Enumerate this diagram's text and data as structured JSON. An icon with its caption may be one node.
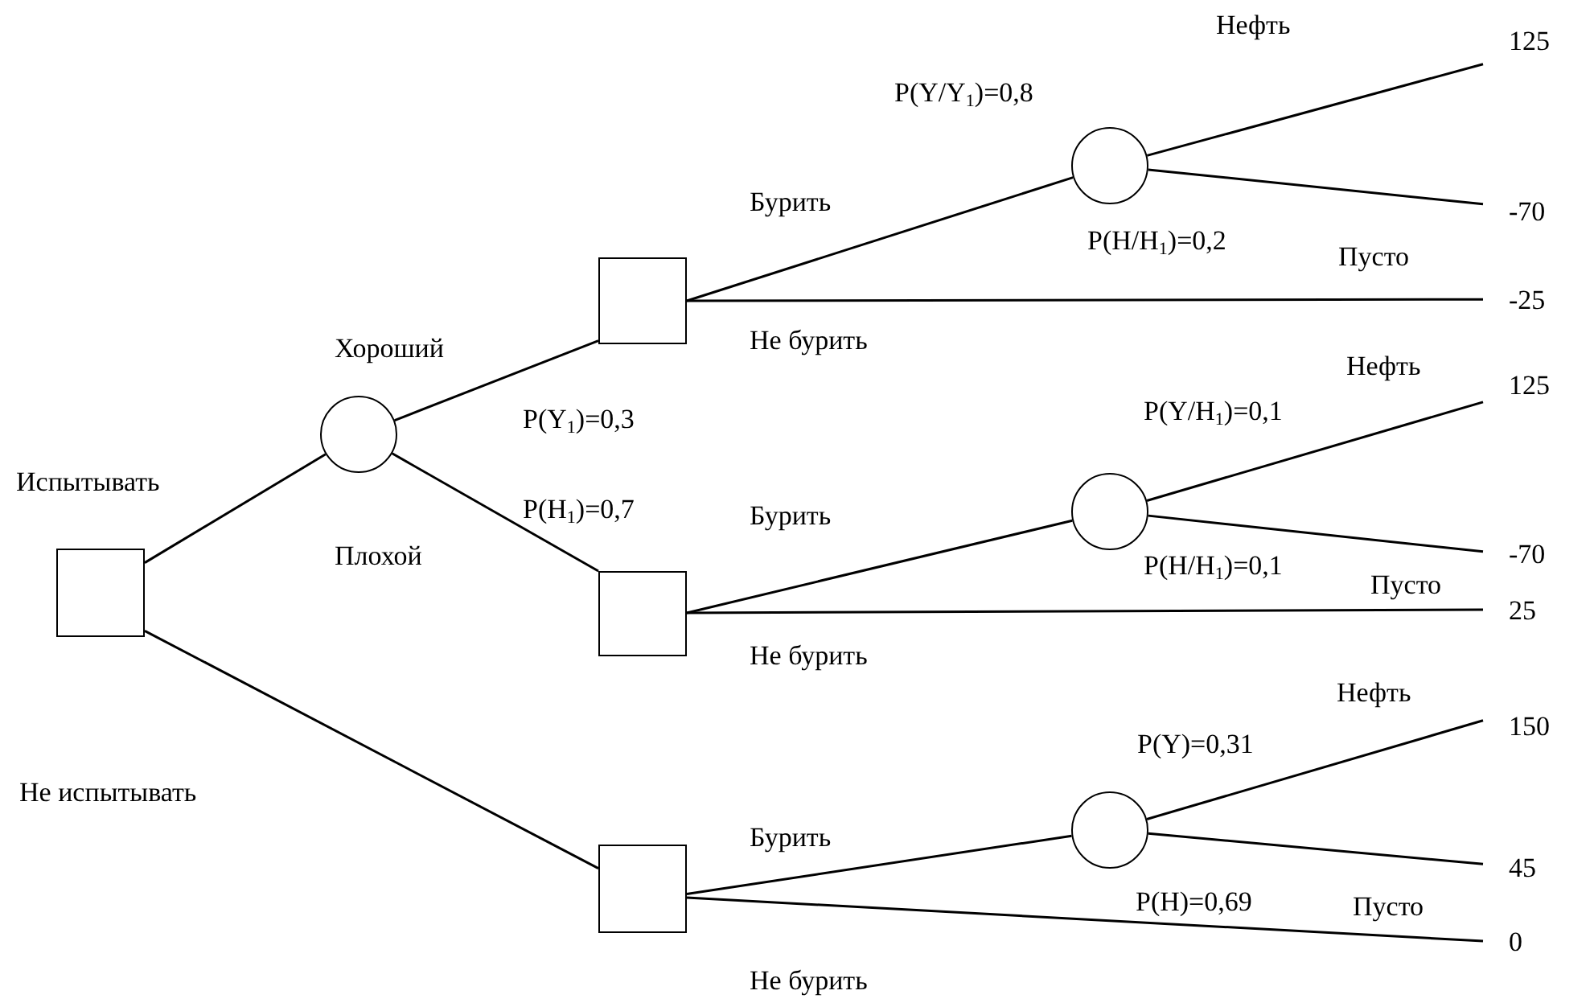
{
  "diagram": {
    "nodes": [
      {
        "text": [],
        "shape": "box"
      },
      {
        "text": [],
        "shape": "circle"
      },
      {
        "text": [],
        "shape": "box"
      },
      {
        "text": [],
        "shape": "box"
      },
      {
        "text": [],
        "shape": "box"
      },
      {
        "text": [],
        "shape": "circle"
      },
      {
        "text": [],
        "shape": "circle"
      },
      {
        "text": [],
        "shape": "circle"
      },
      {
        "text": [
          "125"
        ]
      },
      {
        "text": [
          "-70"
        ]
      },
      {
        "text": [
          "-25"
        ]
      },
      {
        "text": [
          "125"
        ]
      },
      {
        "text": [
          "-70"
        ]
      },
      {
        "text": [
          "25"
        ]
      },
      {
        "text": [
          "150"
        ]
      },
      {
        "text": [
          "45"
        ]
      },
      {
        "text": [
          "0"
        ]
      }
    ],
    "edges": [
      {
        "from": 0,
        "to": 1,
        "arrow": "none",
        "label": "Испытывать"
      },
      {
        "from": 0,
        "to": 4,
        "arrow": "none",
        "label": "Не испытывать"
      },
      {
        "from": 1,
        "to": 2,
        "arrow": "none",
        "label": "Хороший"
      },
      {
        "from": 1,
        "to": 3,
        "arrow": "none",
        "label": "Плохой"
      },
      {
        "from": 2,
        "to": 5,
        "arrow": "none",
        "label": "Бурить"
      },
      {
        "from": 2,
        "to": 10,
        "arrow": "none",
        "label": "Не бурить"
      },
      {
        "from": 3,
        "to": 6,
        "arrow": "none",
        "label": "Бурить"
      },
      {
        "from": 3,
        "to": 13,
        "arrow": "none",
        "label": "Не бурить"
      },
      {
        "from": 4,
        "to": 7,
        "arrow": "none",
        "label": "Бурить"
      },
      {
        "from": 4,
        "to": 16,
        "arrow": "none",
        "label": "Не бурить"
      },
      {
        "from": 5,
        "to": 8,
        "arrow": "none"
      },
      {
        "from": 5,
        "to": 9,
        "arrow": "none"
      },
      {
        "from": 6,
        "to": 11,
        "arrow": "none"
      },
      {
        "from": 6,
        "to": 12,
        "arrow": "none"
      },
      {
        "from": 7,
        "to": 14,
        "arrow": "none"
      },
      {
        "from": 7,
        "to": 15,
        "arrow": "none"
      }
    ],
    "labels": [
      "Нефть",
      "P(Y/Y$_{1}$)=0,8",
      "P(H/H$_{1}$)=0,2",
      "Пусто",
      "P(Y$_{1}$)=0,3",
      "P(H$_{1}$)=0,7",
      "Нефть",
      "P(Y/H$_{1}$)=0,1",
      "P(H/H$_{1}$)=0,1",
      "Пусто",
      "Нефть",
      "P(Y)=0,31",
      "P(H)=0,69",
      "Пусто"
    ]
  }
}
